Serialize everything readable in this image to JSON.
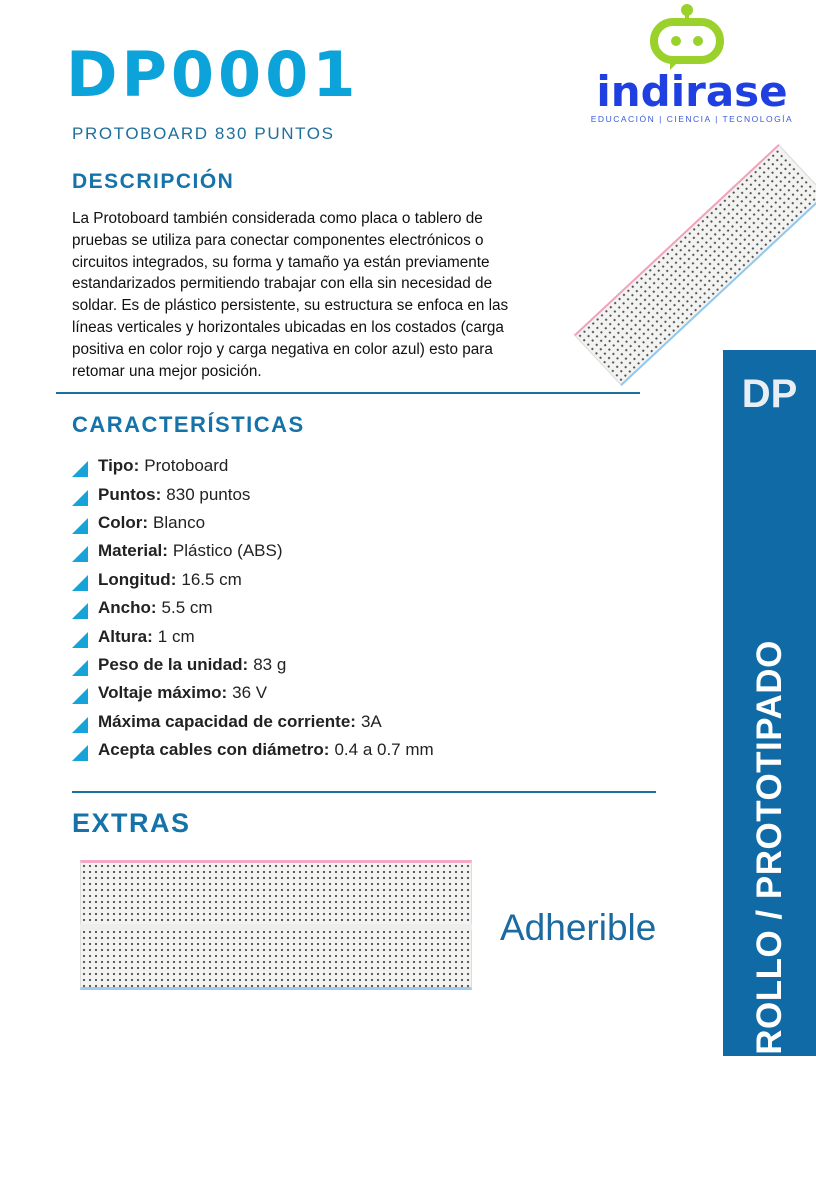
{
  "header": {
    "code": "DP0001",
    "subtitle": "PROTOBOARD 830 PUNTOS"
  },
  "logo": {
    "name": "indirase",
    "tagline": "EDUCACIÓN | CIENCIA | TECNOLOGÍA"
  },
  "description": {
    "heading": "DESCRIPCIÓN",
    "text": "La Protoboard también considerada como placa o tablero de pruebas se utiliza para conectar componentes electrónicos o circuitos integrados, su forma y tamaño ya están previamente estandarizados permitiendo trabajar con ella sin necesidad de soldar. Es de plástico persistente, su estructura se enfoca en las líneas verticales y horizontales ubicadas en los costados (carga positiva en color rojo y carga negativa en color azul) esto para retomar una mejor posición."
  },
  "features": {
    "heading": "CARACTERÍSTICAS",
    "items": [
      {
        "label": "Tipo:",
        "value": "Protoboard"
      },
      {
        "label": "Puntos:",
        "value": "830 puntos"
      },
      {
        "label": "Color:",
        "value": "Blanco"
      },
      {
        "label": "Material:",
        "value": "Plástico (ABS)"
      },
      {
        "label": "Longitud:",
        "value": "16.5 cm"
      },
      {
        "label": "Ancho:",
        "value": "5.5 cm"
      },
      {
        "label": "Altura:",
        "value": "1 cm"
      },
      {
        "label": "Peso de la unidad:",
        "value": "83 g"
      },
      {
        "label": "Voltaje máximo:",
        "value": "36 V"
      },
      {
        "label": "Máxima capacidad de corriente:",
        "value": "3A"
      },
      {
        "label": "Acepta cables con diámetro:",
        "value": "0.4 a 0.7 mm"
      }
    ]
  },
  "extras": {
    "heading": "EXTRAS",
    "note": "Adherible"
  },
  "sidebar": {
    "abbr": "DP",
    "category": "DESARROLLO / PROTOTIPADO"
  },
  "colors": {
    "accent": "#0ba3d9",
    "heading": "#1673aa",
    "sidebar": "#0f6aa6",
    "logo_green": "#9ad12a",
    "logo_blue": "#1f3fe0"
  }
}
